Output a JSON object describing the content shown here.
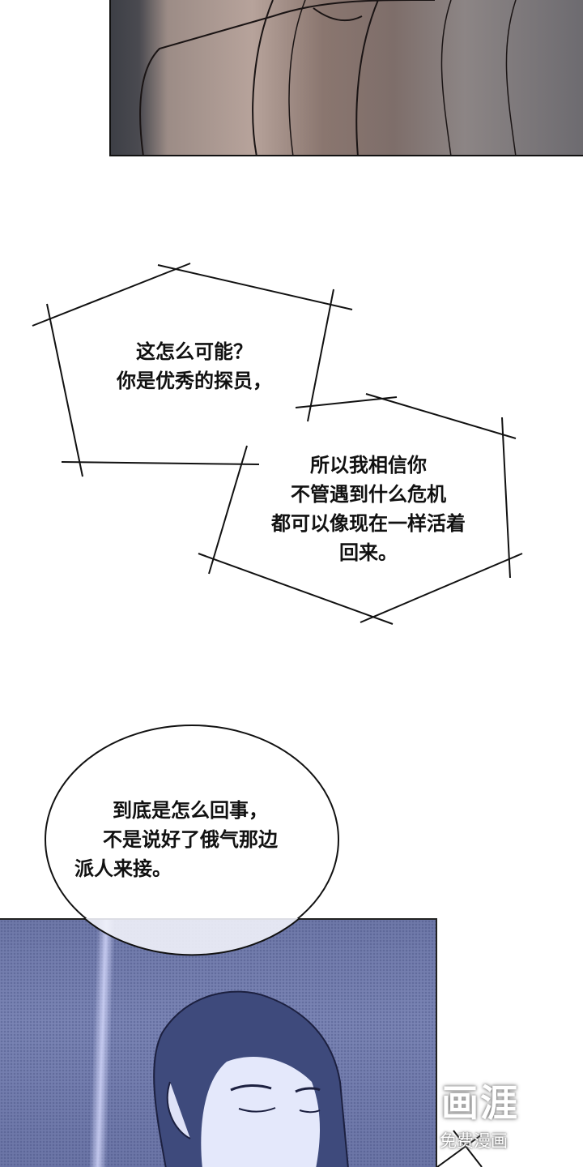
{
  "bubbles": {
    "first": {
      "lines": [
        "这怎么可能？",
        "你是优秀的探员，"
      ]
    },
    "second": {
      "lines": [
        "所以我相信你",
        "不管遇到什么危机",
        "都可以像现在一样活着",
        "回来。"
      ]
    },
    "third": {
      "lines": [
        "到底是怎么回事，",
        "不是说好了俄气那边",
        "派人来接。"
      ]
    }
  },
  "watermark": {
    "brand": "画涯",
    "tagline": "免费漫画"
  }
}
